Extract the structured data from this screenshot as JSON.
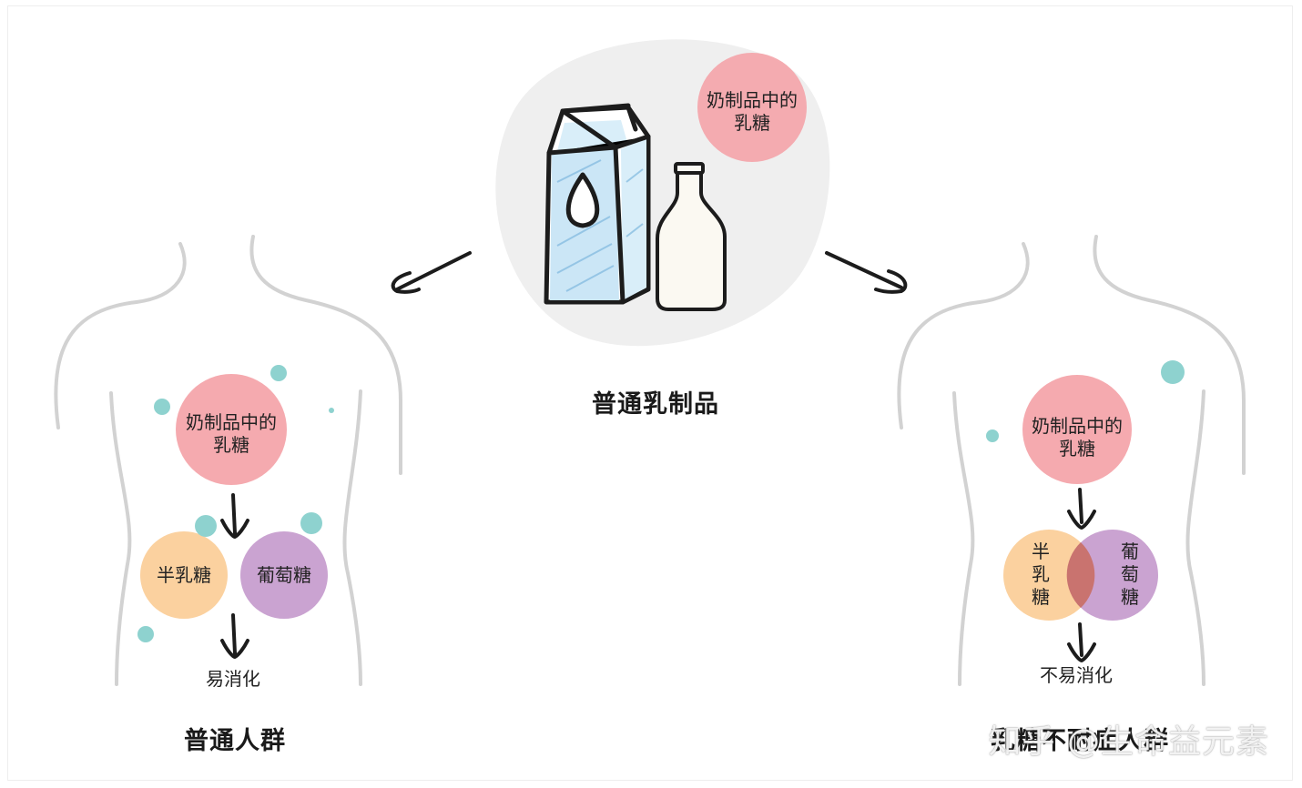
{
  "colors": {
    "pink": "#f4a3a8",
    "orange": "#fbcf9a",
    "purple": "#c79ecf",
    "teal": "#8ed2cf",
    "overlap": "#c9736f",
    "body_outline": "#d2d2d2",
    "carton_blue": "#bfe0f3",
    "milk_white": "#fbf9f2"
  },
  "center": {
    "title": "普通乳制品",
    "lactose_bubble_line1": "奶制品中的",
    "lactose_bubble_line2": "乳糖"
  },
  "left": {
    "title": "普通人群",
    "lactose_line1": "奶制品中的",
    "lactose_line2": "乳糖",
    "galactose": "半乳糖",
    "glucose": "葡萄糖",
    "result": "易消化"
  },
  "right": {
    "title": "乳糖不耐症人群",
    "lactose_line1": "奶制品中的",
    "lactose_line2": "乳糖",
    "galactose_v": [
      "半",
      "乳",
      "糖"
    ],
    "glucose_v": [
      "葡",
      "萄",
      "糖"
    ],
    "result": "不易消化"
  },
  "watermark": "知乎 @生命益元素"
}
